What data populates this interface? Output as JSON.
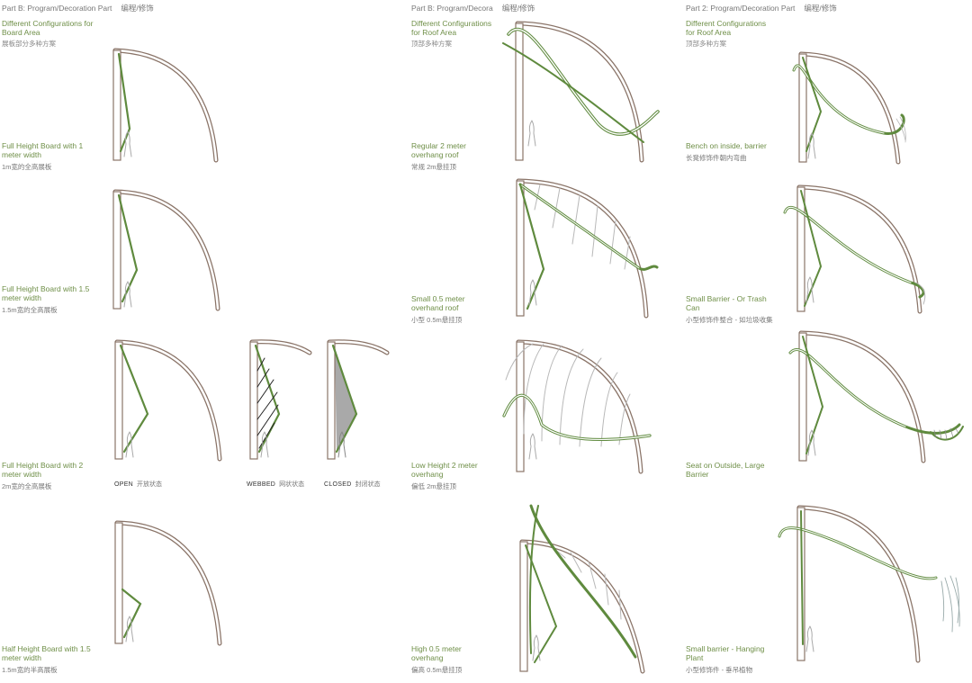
{
  "columns": [
    {
      "header": "Part B: Program/Decoration Part",
      "header_cn": "编程/修饰",
      "subtitle": "Different Configurations for Board Area",
      "subtitle_cn": "展板部分多种方案",
      "items": [
        {
          "title": "Full Height Board with 1 meter width",
          "title_cn": "1m宽的全高展板"
        },
        {
          "title": "Full Height Board with 1.5 meter width",
          "title_cn": "1.5m宽的全高展板"
        },
        {
          "title": "Full Height Board with 2 meter width",
          "title_cn": "2m宽的全高展板"
        },
        {
          "title": "Half Height Board with 1.5 meter width",
          "title_cn": "1.5m宽的半高展板"
        }
      ],
      "states": [
        {
          "label": "OPEN",
          "label_cn": "开放状态"
        },
        {
          "label": "WEBBED",
          "label_cn": "网状状态"
        },
        {
          "label": "CLOSED",
          "label_cn": "封闭状态"
        }
      ]
    },
    {
      "header": "Part B: Program/Decora",
      "header_cn": "编程/修饰",
      "subtitle": "Different Configurations for Roof Area",
      "subtitle_cn": "顶部多种方案",
      "items": [
        {
          "title": "Regular 2 meter overhang roof",
          "title_cn": "常规 2m悬挂顶"
        },
        {
          "title": "Small 0.5 meter overhand roof",
          "title_cn": "小型 0.5m悬挂顶"
        },
        {
          "title": "Low Height 2 meter overhang",
          "title_cn": "偏低 2m悬挂顶"
        },
        {
          "title": "High 0.5 meter overhang",
          "title_cn": "偏高 0.5m悬挂顶"
        }
      ]
    },
    {
      "header": "Part 2: Program/Decoration Part",
      "header_cn": "编程/修饰",
      "subtitle": "Different Configurations for Roof Area",
      "subtitle_cn": "顶部多种方案",
      "items": [
        {
          "title": "Bench on inside, barrier",
          "title_cn": "长凳修饰件朝内弯曲"
        },
        {
          "title": "Small Barrier - Or Trash Can",
          "title_cn": "小型修饰件整合 - 如垃圾收集"
        },
        {
          "title": "Seat on Outside, Large Barrier",
          "title_cn": ""
        },
        {
          "title": "Small barrier - Hanging Plant",
          "title_cn": "小型修饰件 - 垂吊植物"
        }
      ]
    }
  ],
  "colors": {
    "frame": "#8a7468",
    "green": "#5f8a3e",
    "grey": "#b8b8b8"
  }
}
